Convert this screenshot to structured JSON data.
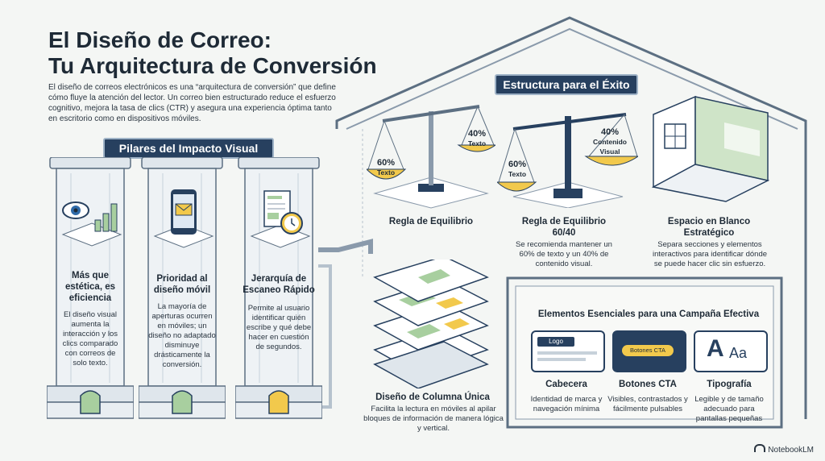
{
  "title_line1": "El Diseño de Correo:",
  "title_line2": "Tu Arquitectura de Conversión",
  "intro": "El diseño de correos electrónicos es una “arquitectura de conversión” que define cómo fluye la atención del lector. Un correo bien estructurado reduce el esfuerzo cognitivo, mejora la tasa de clics (CTR) y asegura una experiencia óptima tanto en escritorio como en dispositivos móviles.",
  "pillars": {
    "banner": "Pilares del Impacto Visual",
    "items": [
      {
        "title": "Más que estética, es eficiencia",
        "body": "El diseño visual aumenta la interacción y los clics comparado con correos de solo texto.",
        "icon": "eye-chart-icon"
      },
      {
        "title": "Prioridad al diseño móvil",
        "body": "La mayoría de aperturas ocurren en móviles; un diseño no adaptado disminuye drásticamente la conversión.",
        "icon": "phone-mail-icon"
      },
      {
        "title": "Jerarquía de Escaneo Rápido",
        "body": "Permite al usuario identificar quién escribe y qué debe hacer en cuestión de segundos.",
        "icon": "document-clock-icon"
      }
    ]
  },
  "structure": {
    "banner": "Estructura para el Éxito",
    "scale1": {
      "left_pct": "60%",
      "left_sub": "Texto",
      "right_pct": "40%",
      "right_sub": "Texto",
      "title": "Regla de Equilibrio"
    },
    "scale2": {
      "left_pct": "60%",
      "left_sub": "Texto",
      "right_pct": "40%",
      "right_sub": "Contenido Visual",
      "title": "Regla de Equilibrio 60/40",
      "body": "Se recomienda mantener un 60% de texto y un 40% de contenido visual."
    },
    "space": {
      "title": "Espacio en Blanco Estratégico",
      "body": "Separa secciones y elementos interactivos para identificar dónde se puede hacer clic sin esfuerzo."
    },
    "column": {
      "title": "Diseño de Columna Única",
      "body": "Facilita la lectura en móviles al apilar bloques de información de manera lógica y vertical."
    }
  },
  "elements": {
    "title": "Elementos Esenciales para una Campaña Efectiva",
    "items": [
      {
        "title": "Cabecera",
        "body": "Identidad de marca y navegación mínima",
        "tile_label": "Logo"
      },
      {
        "title": "Botones CTA",
        "body": "Visibles, contrastados y fácilmente pulsables",
        "tile_label": "Botones CTA"
      },
      {
        "title": "Tipografía",
        "body": "Legible y de tamaño adecuado para pantallas pequeñas",
        "tile_label_big": "A",
        "tile_label_small": "Aa"
      }
    ]
  },
  "brand": "NotebookLM",
  "colors": {
    "navy": "#27405f",
    "gold": "#f2c94c",
    "green": "#a8cf9f",
    "line": "#5c6f82"
  }
}
